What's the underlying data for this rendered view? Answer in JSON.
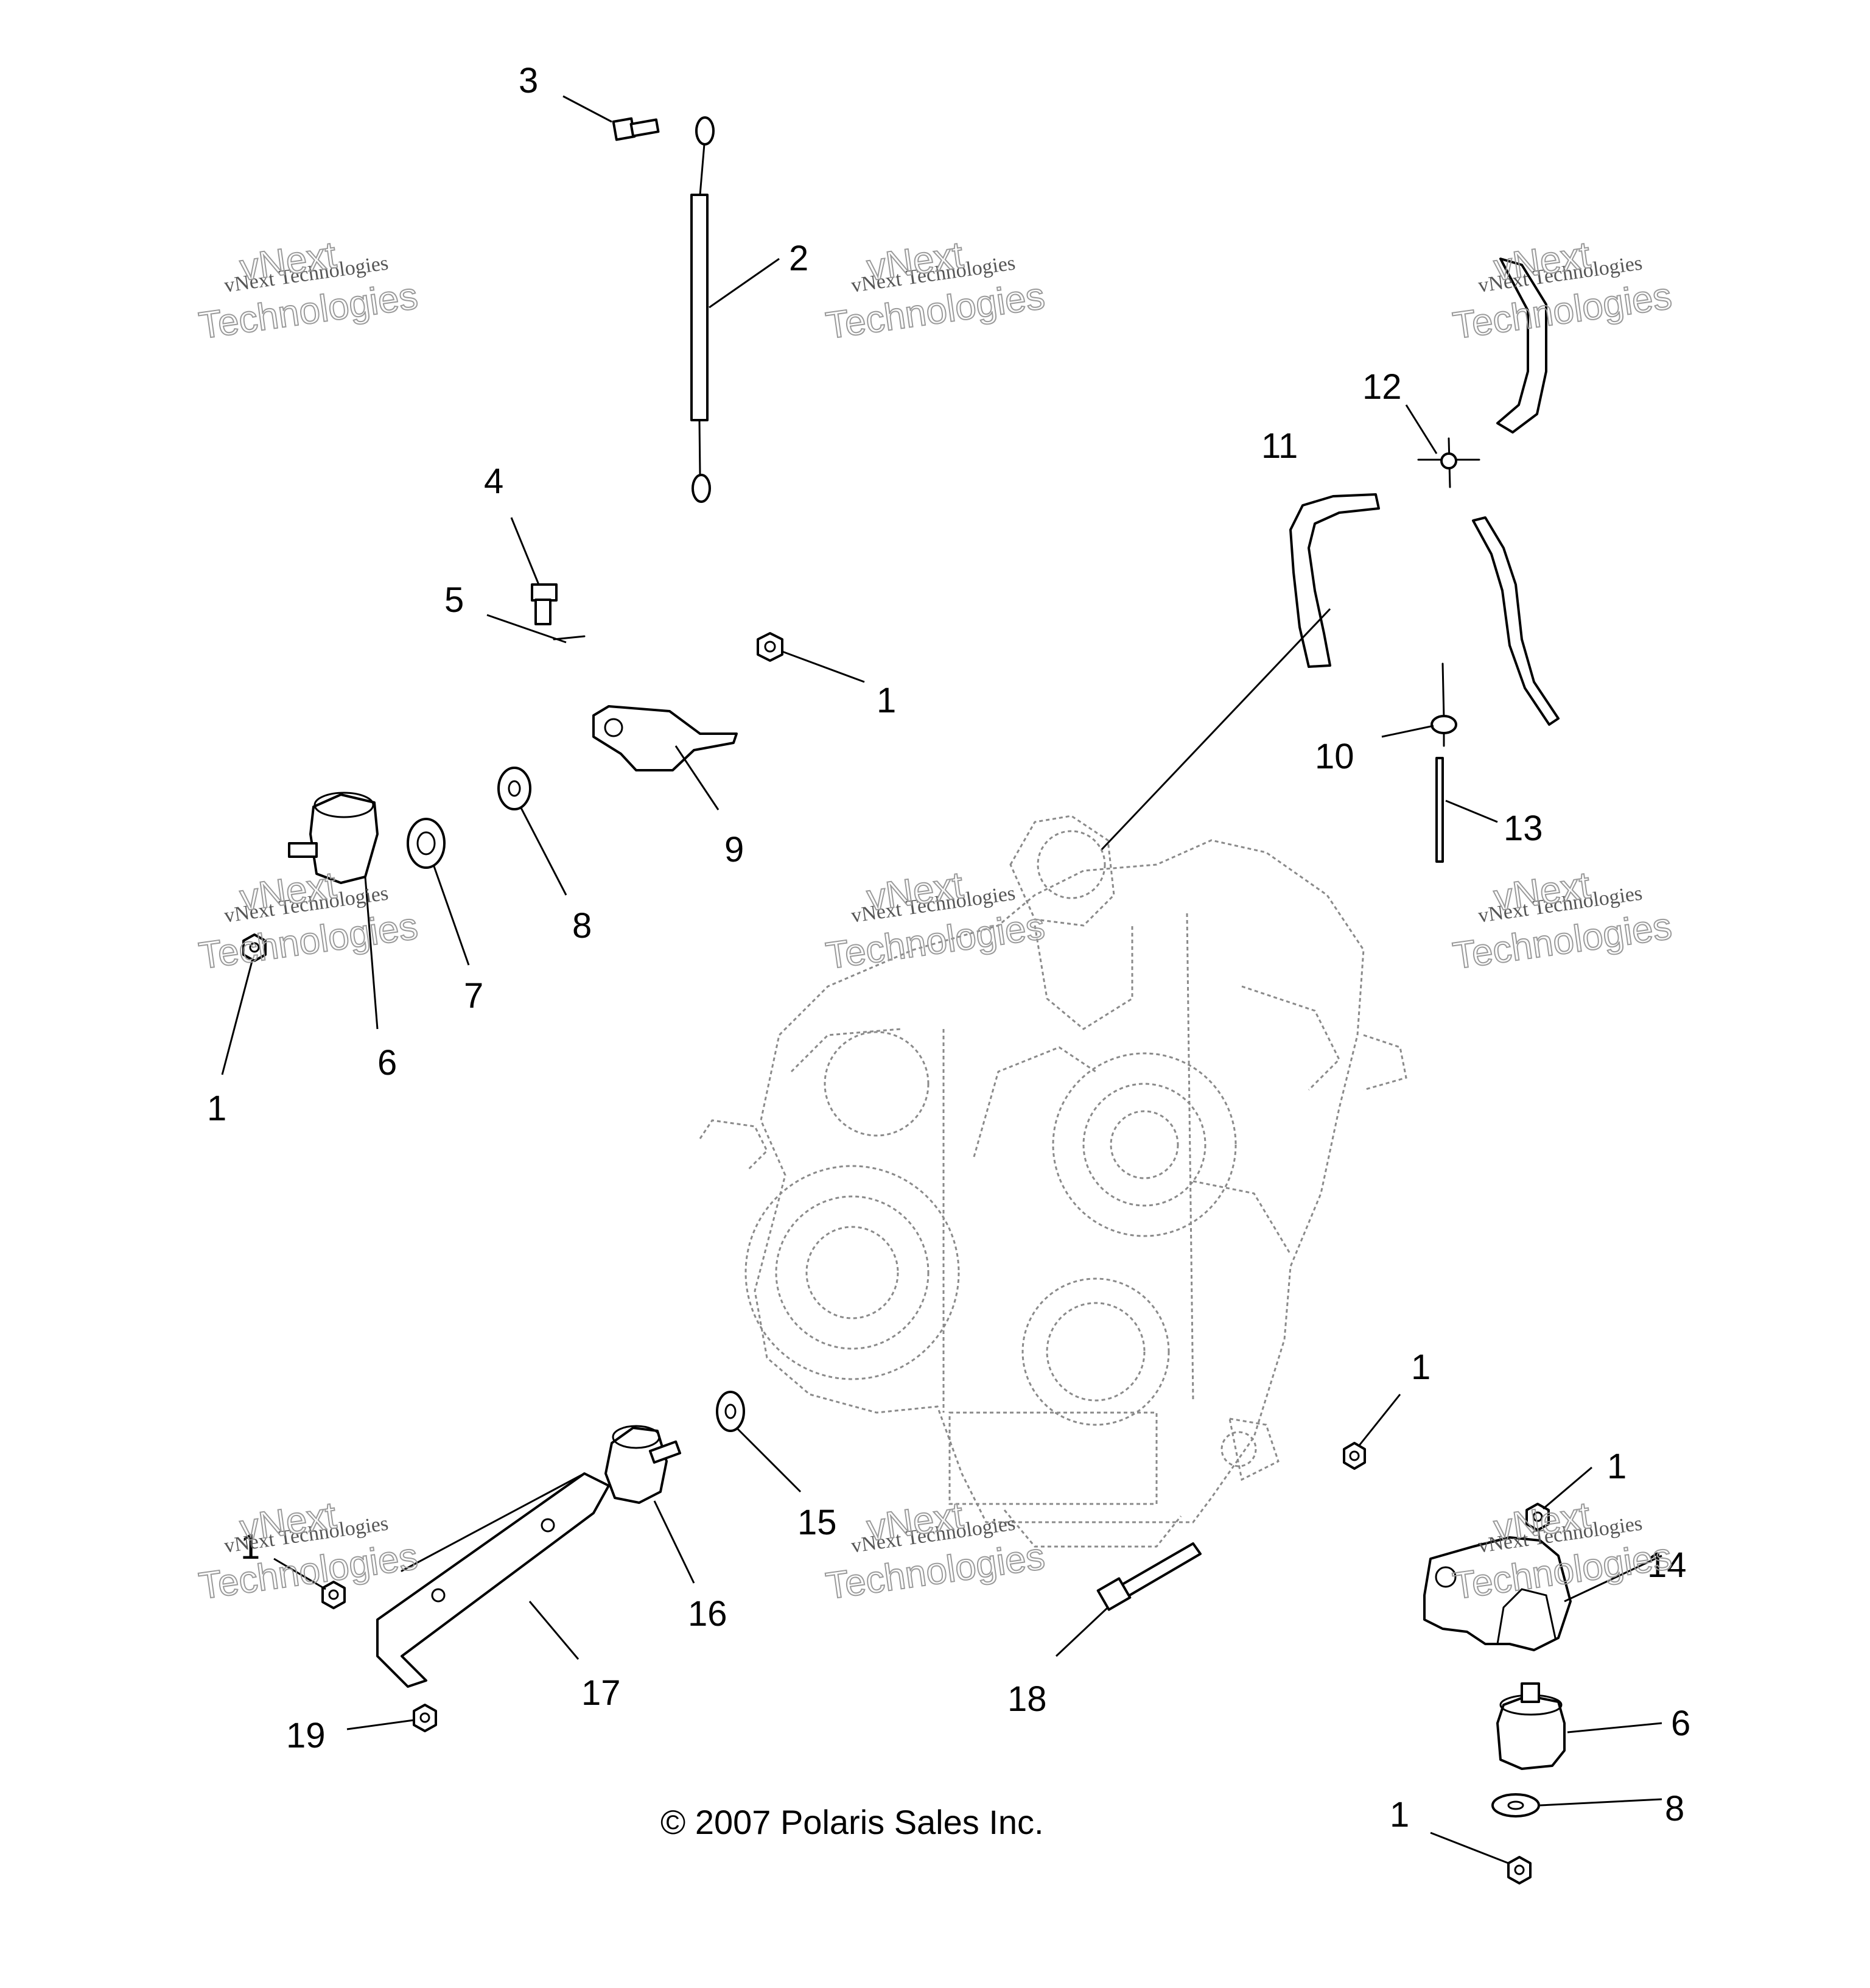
{
  "copyright": "© 2007 Polaris Sales Inc.",
  "watermark": {
    "line1": "vNext Technologies",
    "line2": "vNext",
    "line3": "Technologies"
  },
  "callouts": [
    {
      "id": "c3",
      "label": "3"
    },
    {
      "id": "c2",
      "label": "2"
    },
    {
      "id": "c4",
      "label": "4"
    },
    {
      "id": "c5",
      "label": "5"
    },
    {
      "id": "c1a",
      "label": "1"
    },
    {
      "id": "c9",
      "label": "9"
    },
    {
      "id": "c8a",
      "label": "8"
    },
    {
      "id": "c7",
      "label": "7"
    },
    {
      "id": "c6a",
      "label": "6"
    },
    {
      "id": "c1b",
      "label": "1"
    },
    {
      "id": "c11",
      "label": "11"
    },
    {
      "id": "c12",
      "label": "12"
    },
    {
      "id": "c10",
      "label": "10"
    },
    {
      "id": "c13",
      "label": "13"
    },
    {
      "id": "c1c",
      "label": "1"
    },
    {
      "id": "c1d",
      "label": "1"
    },
    {
      "id": "c14",
      "label": "14"
    },
    {
      "id": "c6b",
      "label": "6"
    },
    {
      "id": "c8b",
      "label": "8"
    },
    {
      "id": "c1e",
      "label": "1"
    },
    {
      "id": "c15",
      "label": "15"
    },
    {
      "id": "c16",
      "label": "16"
    },
    {
      "id": "c17",
      "label": "17"
    },
    {
      "id": "c1f",
      "label": "1"
    },
    {
      "id": "c19",
      "label": "19"
    },
    {
      "id": "c18",
      "label": "18"
    }
  ]
}
